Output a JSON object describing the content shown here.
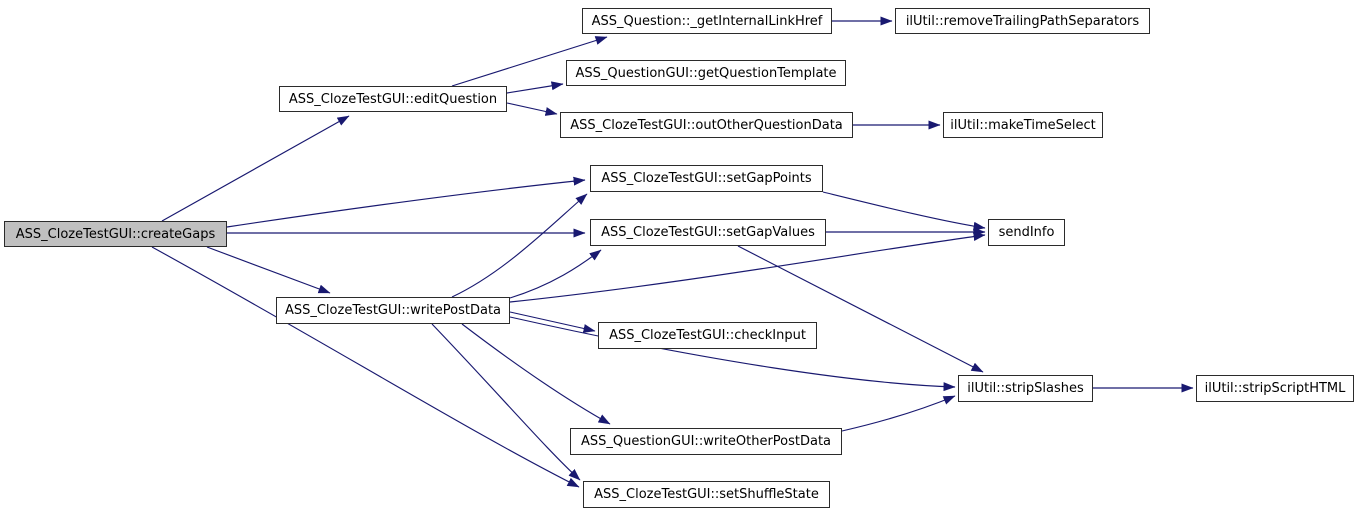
{
  "diagram": {
    "type": "call-graph",
    "root": "createGaps",
    "edge_color": "#191970",
    "node_border_color": "#2b2b2b",
    "highlight_fill": "#c0c0c0",
    "nodes": {
      "createGaps": {
        "label": "ASS_ClozeTestGUI::createGaps",
        "highlighted": true
      },
      "editQuestion": {
        "label": "ASS_ClozeTestGUI::editQuestion",
        "highlighted": false
      },
      "getInternalLinkHref": {
        "label": "ASS_Question::_getInternalLinkHref",
        "highlighted": false
      },
      "removeTrailingPathSeparators": {
        "label": "ilUtil::removeTrailingPathSeparators",
        "highlighted": false
      },
      "getQuestionTemplate": {
        "label": "ASS_QuestionGUI::getQuestionTemplate",
        "highlighted": false
      },
      "outOtherQuestionData": {
        "label": "ASS_ClozeTestGUI::outOtherQuestionData",
        "highlighted": false
      },
      "makeTimeSelect": {
        "label": "ilUtil::makeTimeSelect",
        "highlighted": false
      },
      "setGapPoints": {
        "label": "ASS_ClozeTestGUI::setGapPoints",
        "highlighted": false
      },
      "setGapValues": {
        "label": "ASS_ClozeTestGUI::setGapValues",
        "highlighted": false
      },
      "sendInfo": {
        "label": "sendInfo",
        "highlighted": false
      },
      "writePostData": {
        "label": "ASS_ClozeTestGUI::writePostData",
        "highlighted": false
      },
      "checkInput": {
        "label": "ASS_ClozeTestGUI::checkInput",
        "highlighted": false
      },
      "stripSlashes": {
        "label": "ilUtil::stripSlashes",
        "highlighted": false
      },
      "stripScriptHTML": {
        "label": "ilUtil::stripScriptHTML",
        "highlighted": false
      },
      "writeOtherPostData": {
        "label": "ASS_QuestionGUI::writeOtherPostData",
        "highlighted": false
      },
      "setShuffleState": {
        "label": "ASS_ClozeTestGUI::setShuffleState",
        "highlighted": false
      }
    },
    "edges": [
      {
        "from": "createGaps",
        "to": "editQuestion"
      },
      {
        "from": "createGaps",
        "to": "setGapPoints"
      },
      {
        "from": "createGaps",
        "to": "setGapValues"
      },
      {
        "from": "createGaps",
        "to": "writePostData"
      },
      {
        "from": "createGaps",
        "to": "setShuffleState"
      },
      {
        "from": "editQuestion",
        "to": "getInternalLinkHref"
      },
      {
        "from": "editQuestion",
        "to": "getQuestionTemplate"
      },
      {
        "from": "editQuestion",
        "to": "outOtherQuestionData"
      },
      {
        "from": "getInternalLinkHref",
        "to": "removeTrailingPathSeparators"
      },
      {
        "from": "outOtherQuestionData",
        "to": "makeTimeSelect"
      },
      {
        "from": "setGapPoints",
        "to": "sendInfo"
      },
      {
        "from": "setGapValues",
        "to": "sendInfo"
      },
      {
        "from": "setGapValues",
        "to": "stripSlashes"
      },
      {
        "from": "writePostData",
        "to": "setGapPoints"
      },
      {
        "from": "writePostData",
        "to": "setGapValues"
      },
      {
        "from": "writePostData",
        "to": "sendInfo"
      },
      {
        "from": "writePostData",
        "to": "checkInput"
      },
      {
        "from": "writePostData",
        "to": "stripSlashes"
      },
      {
        "from": "writePostData",
        "to": "writeOtherPostData"
      },
      {
        "from": "writePostData",
        "to": "setShuffleState"
      },
      {
        "from": "writeOtherPostData",
        "to": "stripSlashes"
      },
      {
        "from": "stripSlashes",
        "to": "stripScriptHTML"
      }
    ]
  }
}
